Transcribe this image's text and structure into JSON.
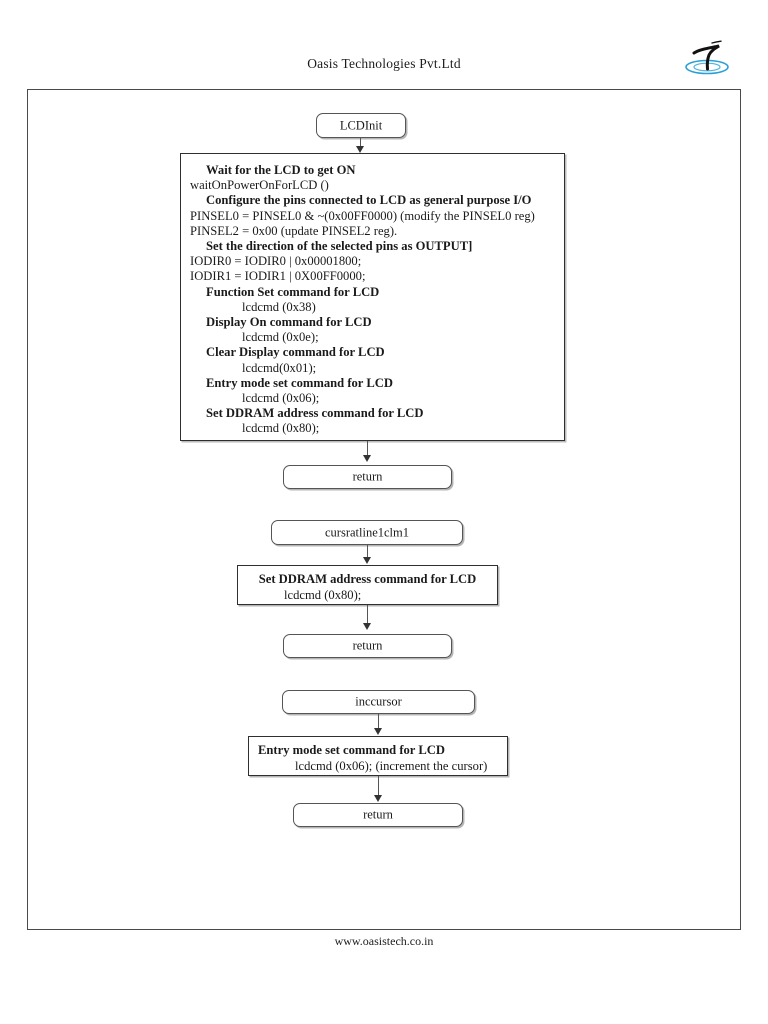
{
  "header": {
    "company": "Oasis Technologies Pvt.Ltd",
    "logo_icon": "oasis-t-ripple-logo",
    "logo_colors": {
      "letter": "#111111",
      "ripple": "#2a9fd6"
    }
  },
  "footer": {
    "website": "www.oasistech.co.in"
  },
  "flowchart": {
    "title": "LCD initialization flowchart",
    "nodes": {
      "start": {
        "label": "LCDInit"
      },
      "lcdinit_body": {
        "lines": [
          {
            "text": "Wait for the LCD to get ON",
            "bold": true,
            "indent": 1
          },
          {
            "text": "waitOnPowerOnForLCD ()",
            "bold": false,
            "indent": 0
          },
          {
            "text": "Configure the pins connected to LCD as general purpose I/O",
            "bold": true,
            "indent": 1
          },
          {
            "text": "PINSEL0 = PINSEL0 & ~(0x00FF0000) (modify the PINSEL0 reg)",
            "bold": false,
            "indent": 0
          },
          {
            "text": "PINSEL2 = 0x00 (update PINSEL2 reg).",
            "bold": false,
            "indent": 0
          },
          {
            "text": "Set the direction of the selected pins as OUTPUT]",
            "bold": true,
            "indent": 1
          },
          {
            "text": "IODIR0 = IODIR0 | 0x00001800;",
            "bold": false,
            "indent": 0
          },
          {
            "text": "IODIR1 = IODIR1 | 0X00FF0000;",
            "bold": false,
            "indent": 0
          },
          {
            "text": "Function Set command for LCD",
            "bold": true,
            "indent": 1
          },
          {
            "text": "lcdcmd (0x38)",
            "bold": false,
            "indent": 2
          },
          {
            "text": "Display On command for LCD",
            "bold": true,
            "indent": 1
          },
          {
            "text": "lcdcmd (0x0e);",
            "bold": false,
            "indent": 2
          },
          {
            "text": "Clear Display command for LCD",
            "bold": true,
            "indent": 1
          },
          {
            "text": "lcdcmd(0x01);",
            "bold": false,
            "indent": 2
          },
          {
            "text": "Entry mode set command for LCD",
            "bold": true,
            "indent": 1
          },
          {
            "text": "lcdcmd (0x06);",
            "bold": false,
            "indent": 2
          },
          {
            "text": "Set DDRAM address command for LCD",
            "bold": true,
            "indent": 1
          },
          {
            "text": "lcdcmd (0x80);",
            "bold": false,
            "indent": 2
          }
        ]
      },
      "return1": {
        "label": "return"
      },
      "cursor_start": {
        "label": "cursratline1clm1"
      },
      "ddram_block": {
        "title": "Set DDRAM address command for LCD",
        "sub": "lcdcmd (0x80);"
      },
      "return2": {
        "label": "return"
      },
      "inccursor_start": {
        "label": "inccursor"
      },
      "entrymode_block": {
        "title": "Entry mode set command for LCD",
        "sub": "lcdcmd (0x06); (increment the cursor)"
      },
      "return3": {
        "label": "return"
      }
    }
  }
}
